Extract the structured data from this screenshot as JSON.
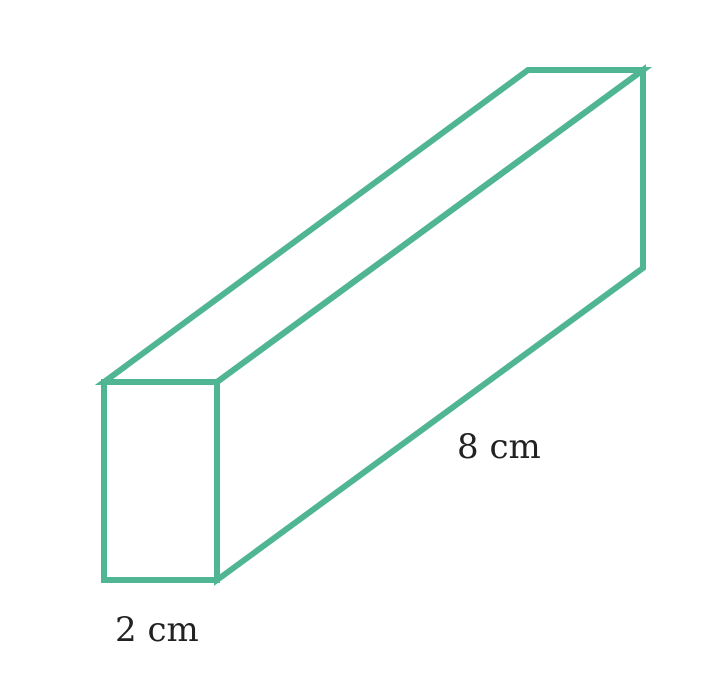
{
  "figure": {
    "shape": "rectangular prism",
    "stroke_color": "#4fb592",
    "label_color": "#222222",
    "length_label": "8 cm",
    "width_label": "2 cm"
  }
}
